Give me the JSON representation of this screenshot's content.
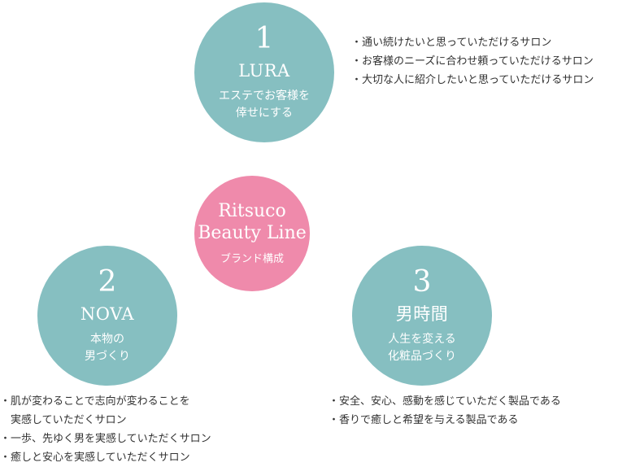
{
  "center": {
    "title": "Ritsuco\nBeauty Line",
    "subtitle": "ブランド構成"
  },
  "brands": [
    {
      "number": "1",
      "name": "LURA",
      "tagline": "エステでお客様を\n倖せにする",
      "points": [
        "・通い続けたいと思っていただけるサロン",
        "・お客様のニーズに合わせ頼っていただけるサロン",
        "・大切な人に紹介したいと思っていただけるサロン"
      ]
    },
    {
      "number": "2",
      "name": "NOVA",
      "tagline": "本物の\n男づくり",
      "points": [
        "・肌が変わることで志向が変わることを\n　実感していただくサロン",
        "・一歩、先ゆく男を実感していただくサロン",
        "・癒しと安心を実感していただくサロン"
      ]
    },
    {
      "number": "3",
      "name": "男時間",
      "tagline": "人生を変える\n化粧品づくり",
      "points": [
        "・安全、安心、感動を感じていただく製品である",
        "・香りで癒しと希望を与える製品である"
      ]
    }
  ],
  "colors": {
    "brand_circle": "#86bfc1",
    "center_circle": "#ef8aab",
    "text": "#333333"
  }
}
